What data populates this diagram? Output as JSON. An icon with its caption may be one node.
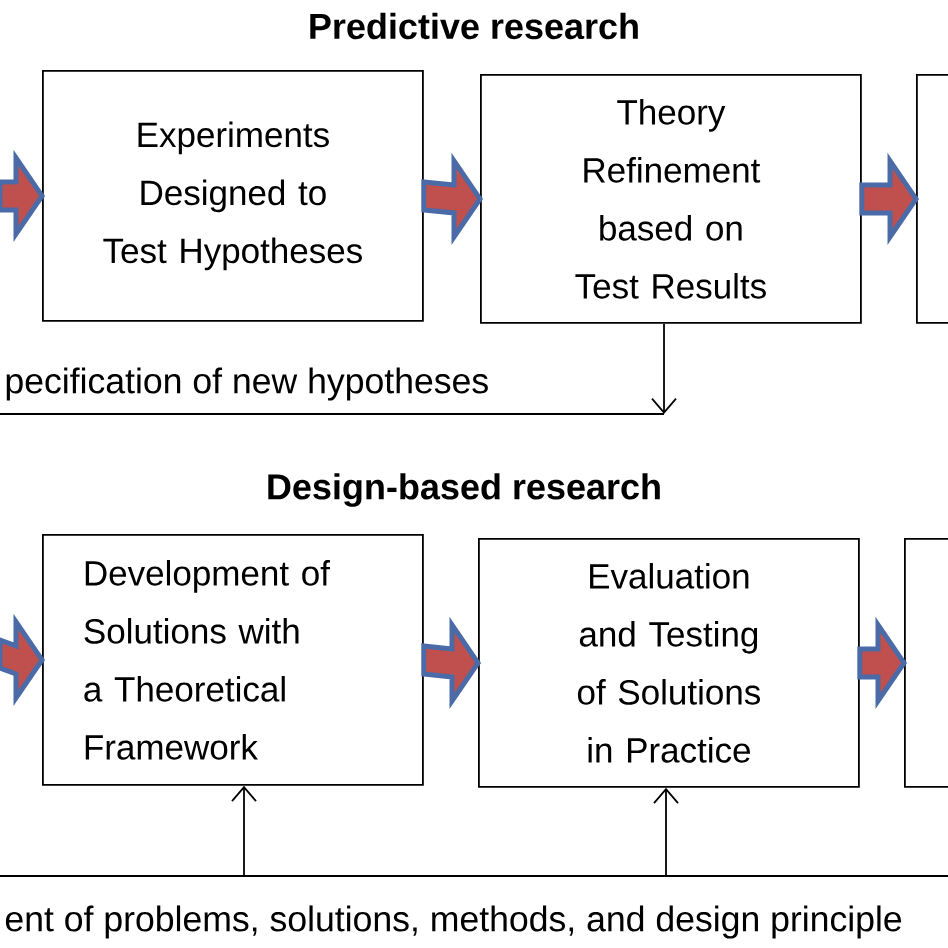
{
  "diagram": {
    "nodes": [
      {
        "text": [
          "Experiments Designed to Test Hypotheses"
        ]
      },
      {
        "text": [
          "Theory Refinement based on Test Results"
        ]
      },
      {
        "text": [],
        "shape": "box"
      },
      {
        "text": [
          "Development of Solutions with a Theoretical Framework"
        ]
      },
      {
        "text": [
          "Evaluation and Testing of Solutions in Practice"
        ]
      },
      {
        "text": [],
        "shape": "box"
      }
    ],
    "edges": [
      {
        "from": null,
        "to": 0,
        "arrow": "to",
        "style": "thick"
      },
      {
        "from": 0,
        "to": 1,
        "arrow": "to",
        "style": "thick"
      },
      {
        "from": 1,
        "to": 2,
        "arrow": "to",
        "style": "thick"
      },
      {
        "from": 1,
        "to": null,
        "arrow": "to",
        "color": "#000000"
      },
      {
        "from": null,
        "to": 3,
        "arrow": "to",
        "style": "thick"
      },
      {
        "from": 3,
        "to": 4,
        "arrow": "to",
        "style": "thick"
      },
      {
        "from": 4,
        "to": 5,
        "arrow": "to",
        "style": "thick"
      },
      {
        "from": null,
        "to": 3,
        "arrow": "to",
        "color": "#000000"
      },
      {
        "from": null,
        "to": 4,
        "arrow": "to",
        "color": "#000000"
      }
    ],
    "labels": [
      "Predictive research",
      "pecification of new hypotheses",
      "Design-based research",
      "ent of problems, solutions, methods, and design principle"
    ]
  }
}
